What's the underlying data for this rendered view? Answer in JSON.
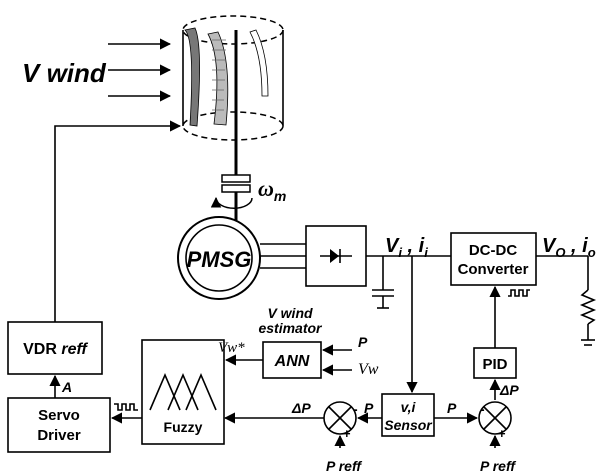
{
  "diagram": {
    "wind_label": "V wind",
    "omega_label": "ω",
    "omega_sub": "m",
    "pmsg_label": "PMSG",
    "vi_label": "V",
    "vi_sub_v": "i",
    "vi_comma": " , i",
    "vi_sub_i": "i",
    "dcdc_line1": "DC-DC",
    "dcdc_line2": "Converter",
    "vo_label": "V",
    "vo_sub": "O",
    "io_comma": " , i",
    "io_sub": "o",
    "estimator_line1": "V wind",
    "estimator_line2": "estimator",
    "ann_label": "ANN",
    "vw_star": "Vw*",
    "ann_in_p": "P",
    "ann_in_vw": "Vw",
    "vdr_label": "VDR",
    "vdr_reff": "reff",
    "a_label": "A",
    "servo_line1": "Servo",
    "servo_line2": "Driver",
    "fuzzy_label": "Fuzzy",
    "sensor_line1": "v,i",
    "sensor_line2": "Sensor",
    "pid_label": "PID",
    "delta_p_left": "ΔP",
    "delta_p_right": "ΔP",
    "p_left": "P",
    "p_right": "P",
    "p_reff_left": "P reff",
    "p_reff_right": "P reff",
    "minus": "-",
    "plus": "+"
  }
}
